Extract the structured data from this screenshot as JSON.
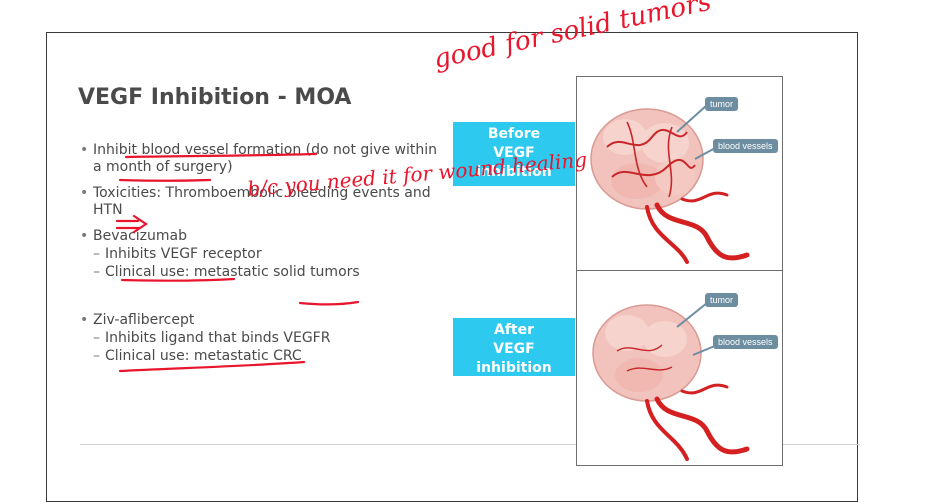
{
  "slide": {
    "title": "VEGF Inhibition - MOA",
    "bullets": [
      "Inhibit blood vessel formation (do not give within a month of surgery)",
      "Toxicities: Thromboembolic bleeding events and HTN",
      "Bevacizumab",
      "Ziv-aflibercept"
    ],
    "bevacizumab_sub": [
      "Inhibits VEGF receptor",
      "Clinical use: metastatic solid tumors"
    ],
    "aflibercept_sub": [
      "Inhibits ligand that binds VEGFR",
      "Clinical use: metastatic CRC"
    ]
  },
  "labels": {
    "before": [
      "Before",
      "VEGF",
      "inhibition"
    ],
    "after": [
      "After",
      "VEGF",
      "inhibition"
    ]
  },
  "images": {
    "top": {
      "tumor_label": "tumor",
      "vessels_label": "blood vessels"
    },
    "bottom": {
      "tumor_label": "tumor",
      "vessels_label": "blood vessels"
    }
  },
  "handwriting": {
    "top": "good for solid tumors",
    "middle": "b/c you need it for wound healing"
  },
  "colors": {
    "accent": "#2ec9ef",
    "ink": "#e8152c",
    "tumor": "#f0b6b2",
    "vessel": "#d42020"
  }
}
